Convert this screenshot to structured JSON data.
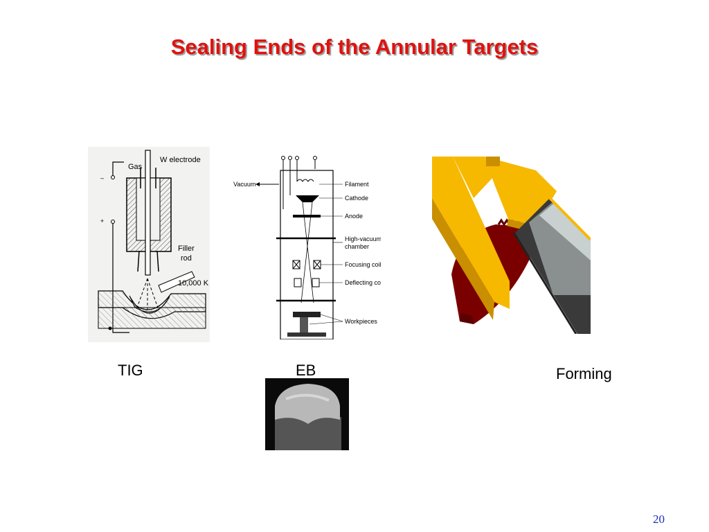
{
  "slide": {
    "title": "Sealing Ends of the Annular Targets",
    "page_number": "20",
    "accent_color": "#e0120f"
  },
  "figures": {
    "tig": {
      "caption": "TIG",
      "labels": {
        "electrode": "W electrode",
        "gas": "Gas",
        "filler": "Filler",
        "rod": "rod",
        "temp": "10,000 K",
        "minus": "–",
        "plus": "+"
      }
    },
    "eb": {
      "caption": "EB",
      "labels": {
        "vacuum": "Vacuum",
        "filament": "Filament",
        "cathode": "Cathode",
        "anode": "Anode",
        "chamber_1": "High-vacuum",
        "chamber_2": "chamber",
        "focusing": "Focusing coil",
        "deflecting": "Deflecting coil",
        "workpieces": "Workpieces"
      }
    },
    "forming": {
      "caption": "Forming",
      "colors": {
        "die": "#f7b800",
        "target": "#7a0000",
        "tube": "#3a3a3a"
      }
    }
  }
}
